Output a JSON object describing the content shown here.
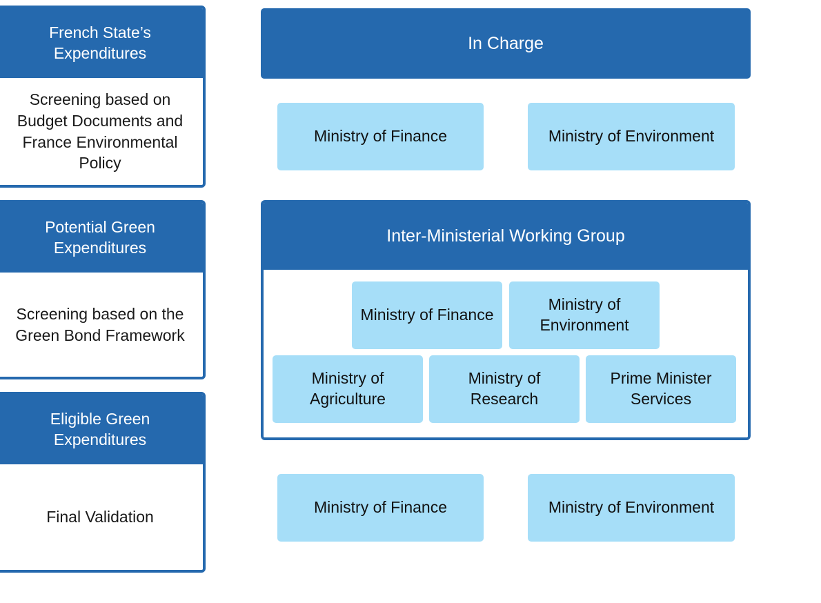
{
  "colors": {
    "primary_blue": "#2569AE",
    "light_blue": "#A6DEF8",
    "background": "#FFFFFF",
    "text_dark": "#111111",
    "text_light": "#FFFFFF"
  },
  "left_column": {
    "stages": [
      {
        "title": "French State’s Expenditures",
        "description": "Screening based on Budget Documents and France Environmental Policy"
      },
      {
        "title": "Potential Green Expenditures",
        "description": "Screening based on the Green Bond Framework"
      },
      {
        "title": "Eligible Green Expenditures",
        "description": "Final Validation"
      }
    ]
  },
  "right_column": {
    "in_charge": {
      "banner_label": "In Charge",
      "entities": [
        {
          "label": "Ministry of Finance"
        },
        {
          "label": "Ministry of Environment"
        }
      ]
    },
    "working_group": {
      "banner_label": "Inter-Ministerial Working Group",
      "row_top": [
        {
          "label": "Ministry of Finance"
        },
        {
          "label": "Ministry of Environment"
        }
      ],
      "row_bottom": [
        {
          "label": "Ministry of Agriculture"
        },
        {
          "label": "Ministry of Research"
        },
        {
          "label": "Prime Minister Services"
        }
      ]
    },
    "final_validation": {
      "entities": [
        {
          "label": "Ministry of Finance"
        },
        {
          "label": "Ministry of Environment"
        }
      ]
    }
  }
}
